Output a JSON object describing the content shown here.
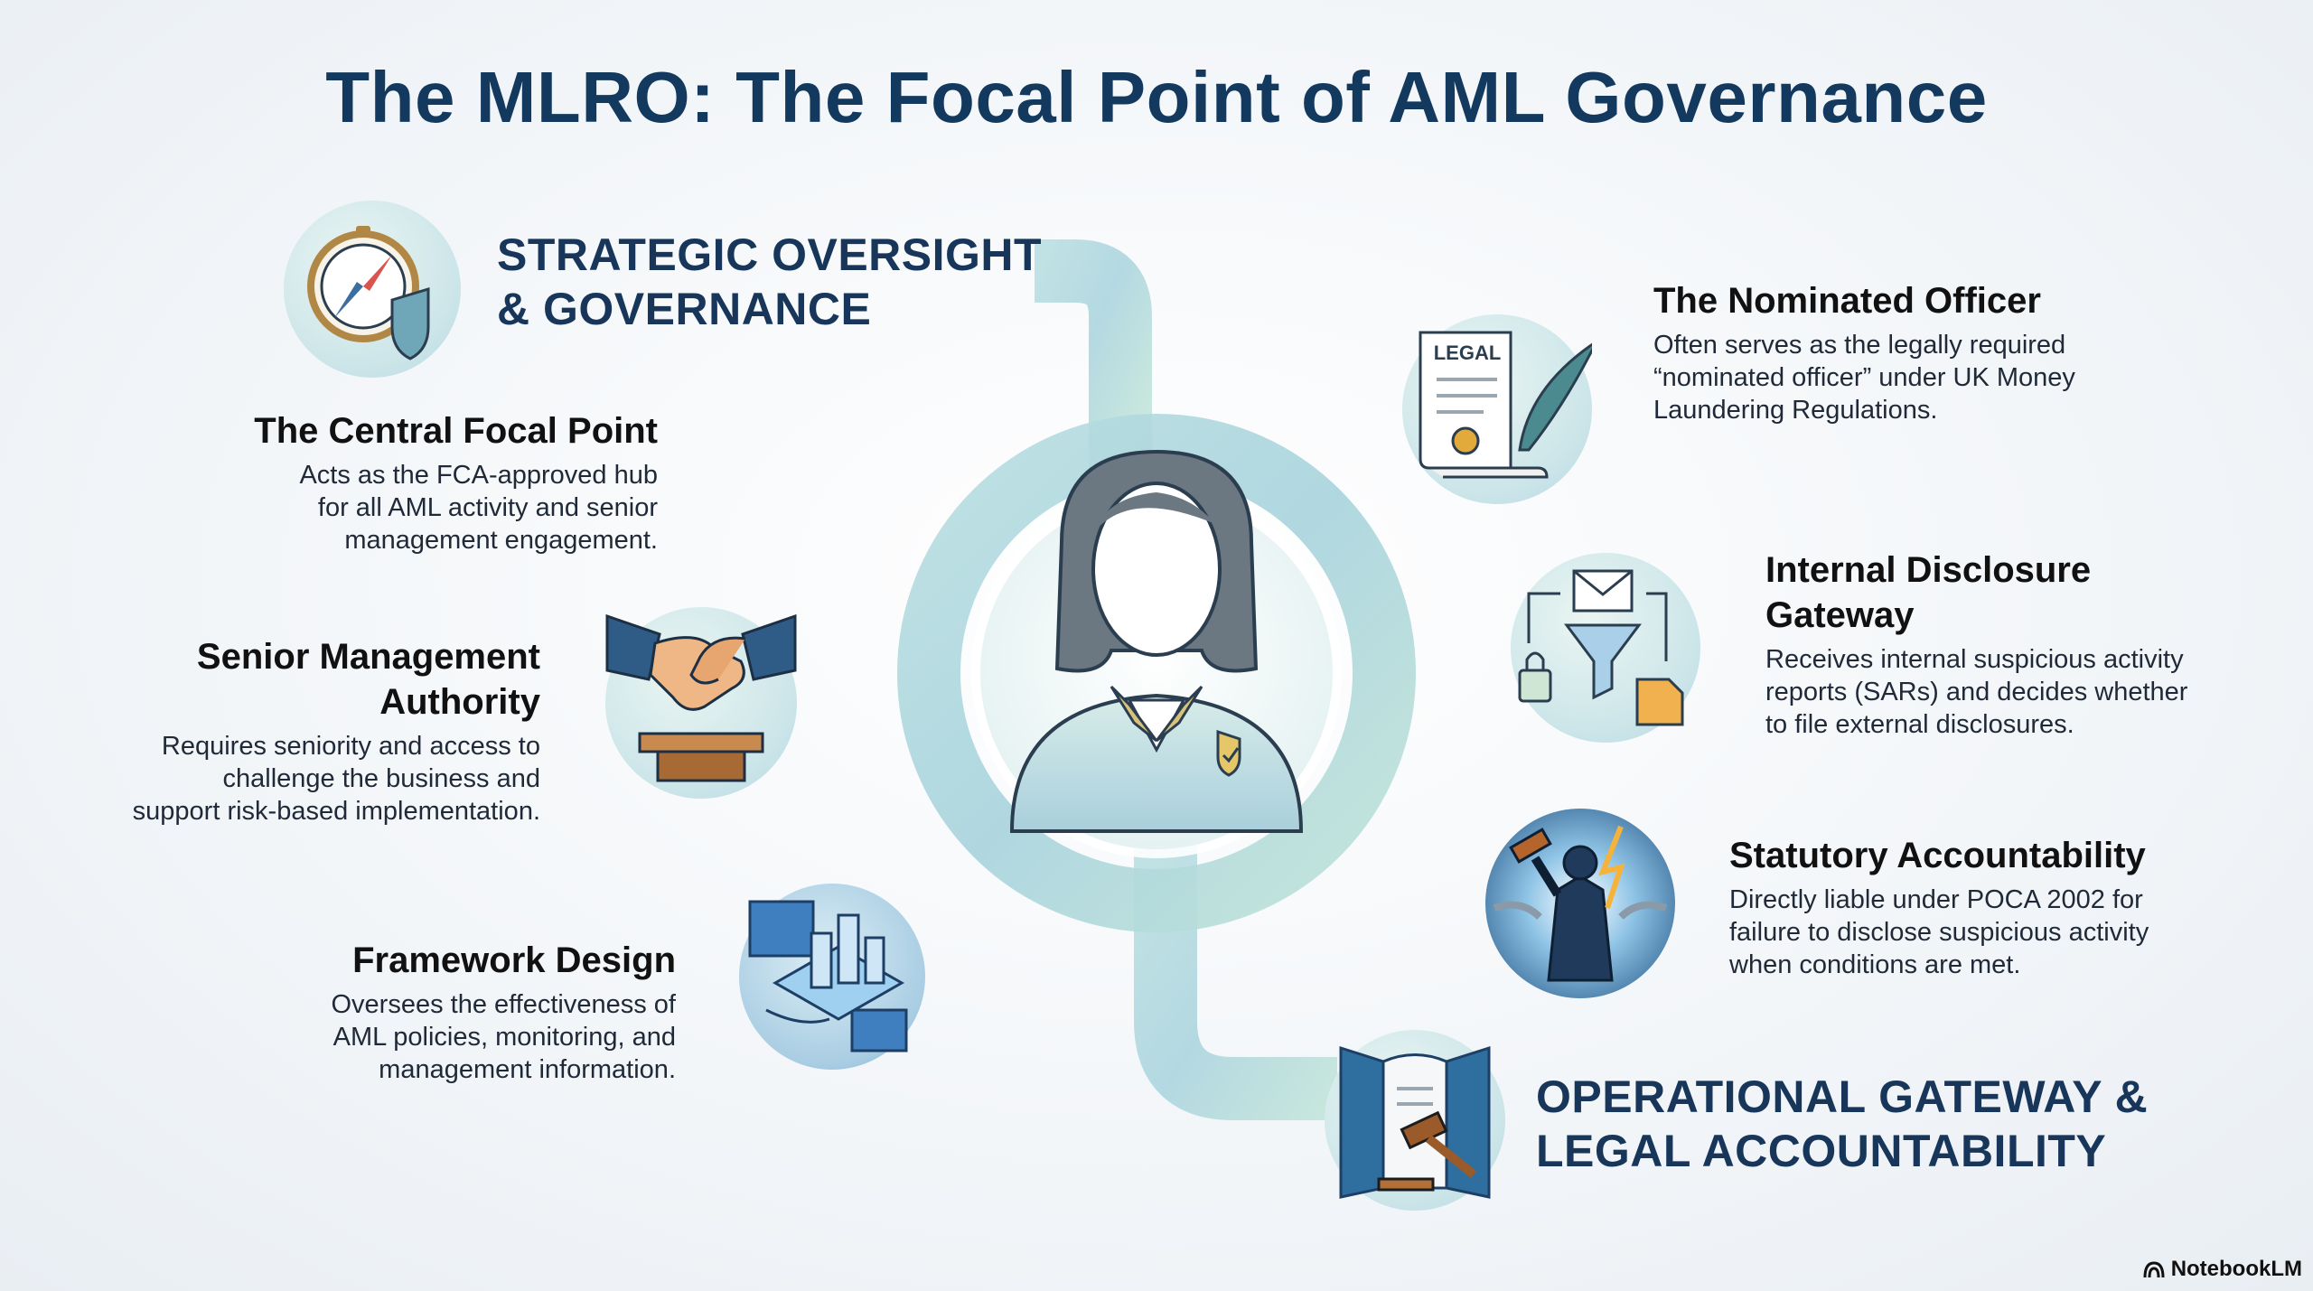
{
  "title": "The MLRO: The Focal Point of AML Governance",
  "sections": {
    "strategic": {
      "line1": "STRATEGIC OVERSIGHT",
      "line2": "& GOVERNANCE"
    },
    "operational": {
      "line1": "OPERATIONAL GATEWAY &",
      "line2": "LEGAL ACCOUNTABILITY"
    }
  },
  "left_items": [
    {
      "title": "The Central Focal Point",
      "desc": [
        "Acts as the FCA-approved hub",
        "for all AML activity and senior",
        "management engagement."
      ]
    },
    {
      "title_lines": [
        "Senior Management",
        "Authority"
      ],
      "desc": [
        "Requires seniority and access to",
        "challenge the business and",
        "support risk-based implementation."
      ]
    },
    {
      "title": "Framework Design",
      "desc": [
        "Oversees the effectiveness of",
        "AML policies, monitoring, and",
        "management information."
      ]
    }
  ],
  "right_items": [
    {
      "title": "The Nominated Officer",
      "desc": [
        "Often serves as the legally required",
        "“nominated officer” under UK Money",
        "Laundering Regulations."
      ]
    },
    {
      "title_lines": [
        "Internal Disclosure",
        "Gateway"
      ],
      "desc": [
        "Receives internal suspicious activity",
        "reports (SARs) and decides whether",
        "to file external disclosures."
      ]
    },
    {
      "title": "Statutory Accountability",
      "desc": [
        "Directly liable under POCA 2002 for",
        "failure to disclose suspicious activity",
        "when conditions are met."
      ]
    }
  ],
  "icons": {
    "legal_label": "LEGAL"
  },
  "footer": {
    "brand": "NotebookLM"
  },
  "colors": {
    "title": "#133a5e",
    "accent": "#17365a",
    "path": "#a9d6d9"
  }
}
